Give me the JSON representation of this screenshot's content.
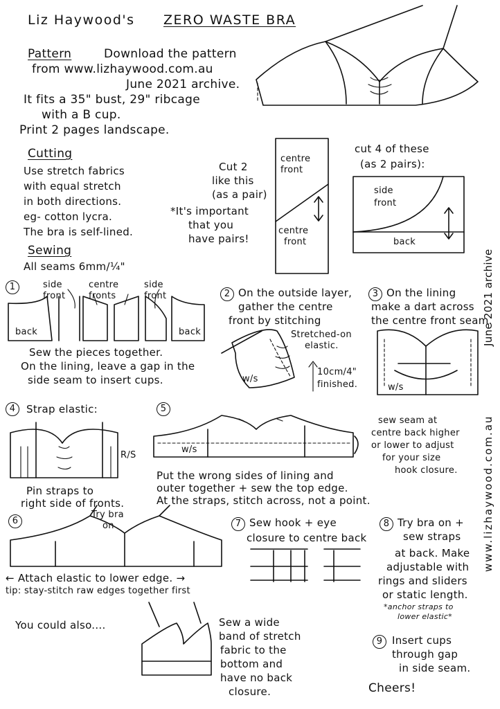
{
  "header": {
    "author": "Liz Haywood's",
    "title": "ZERO WASTE BRA"
  },
  "pattern": {
    "heading": "Pattern",
    "lines": [
      "Download the pattern",
      "from www.lizhaywood.com.au",
      "June 2021 archive.",
      "It fits a 35\" bust, 29\" ribcage",
      "with a B cup.",
      "Print 2 pages landscape."
    ]
  },
  "cutting": {
    "heading": "Cutting",
    "lines": [
      "Use stretch fabrics",
      "with equal stretch",
      "in both directions.",
      "eg- cotton lycra.",
      "The bra is self-lined."
    ],
    "cut2": [
      "Cut 2",
      "like this",
      "(as a pair)"
    ],
    "important": [
      "*It's important",
      "that you",
      "have pairs!"
    ],
    "centre_front_top": [
      "centre",
      "front"
    ],
    "centre_front_bottom": [
      "centre",
      "front"
    ],
    "cut4": [
      "cut 4 of these",
      "(as 2 pairs):"
    ],
    "side_front": [
      "side",
      "front"
    ],
    "back": "back"
  },
  "sewing": {
    "heading": "Sewing",
    "seams": "All seams 6mm/¼\""
  },
  "side_text": {
    "archive": "June 2021 archive",
    "website": "www.lizhaywood.com.au"
  },
  "steps": {
    "s1": {
      "num": "1",
      "labels": {
        "side_front_l": "side\nfront",
        "centre_fronts": "centre\nfronts",
        "side_front_r": "side\nfront",
        "back_l": "back",
        "back_r": "back"
      },
      "lines": [
        "Sew the pieces together.",
        "On the lining, leave a gap in the",
        "side seam to insert cups."
      ]
    },
    "s2": {
      "num": "2",
      "lines": [
        "On the outside layer,",
        "gather the centre",
        "front by stitching"
      ],
      "stretched": [
        "Stretched-on",
        "elastic."
      ],
      "measure": [
        "10cm/4\"",
        "finished."
      ],
      "ws": "w/s"
    },
    "s3": {
      "num": "3",
      "lines": [
        "On the lining",
        "make a dart across",
        "the centre front seam."
      ],
      "ws": "w/s"
    },
    "s4": {
      "num": "4",
      "title": "Strap elastic:",
      "rs": "R/S",
      "lines": [
        "Pin straps to",
        "right side of fronts."
      ]
    },
    "s5": {
      "num": "5",
      "ws": "w/s",
      "side_note": [
        "sew seam at",
        "centre back higher",
        "or lower to adjust",
        "for your size",
        "hook closure."
      ],
      "lines": [
        "Put the wrong sides of lining and",
        "outer together + sew the top edge.",
        "At the straps, stitch across, not a point."
      ]
    },
    "s6": {
      "num": "6",
      "try": [
        "Try bra",
        "on"
      ],
      "lines": [
        "← Attach elastic to lower edge. →",
        "tip: stay-stitch raw edges together first"
      ]
    },
    "s7": {
      "num": "7",
      "lines": [
        "Sew hook + eye",
        "closure to centre back"
      ]
    },
    "s8": {
      "num": "8",
      "lines": [
        "Try bra on +",
        "sew straps",
        "at back. Make",
        "adjustable with",
        "rings and sliders",
        "or static length."
      ],
      "note": [
        "*anchor straps to",
        "lower elastic*"
      ]
    },
    "s9": {
      "num": "9",
      "lines": [
        "Insert cups",
        "through gap",
        "in side seam."
      ],
      "cheers": "Cheers!"
    }
  },
  "alt": {
    "intro": "You could also....",
    "lines": [
      "Sew a wide",
      "band of stretch",
      "fabric to the",
      "bottom and",
      "have no back",
      "closure."
    ]
  }
}
